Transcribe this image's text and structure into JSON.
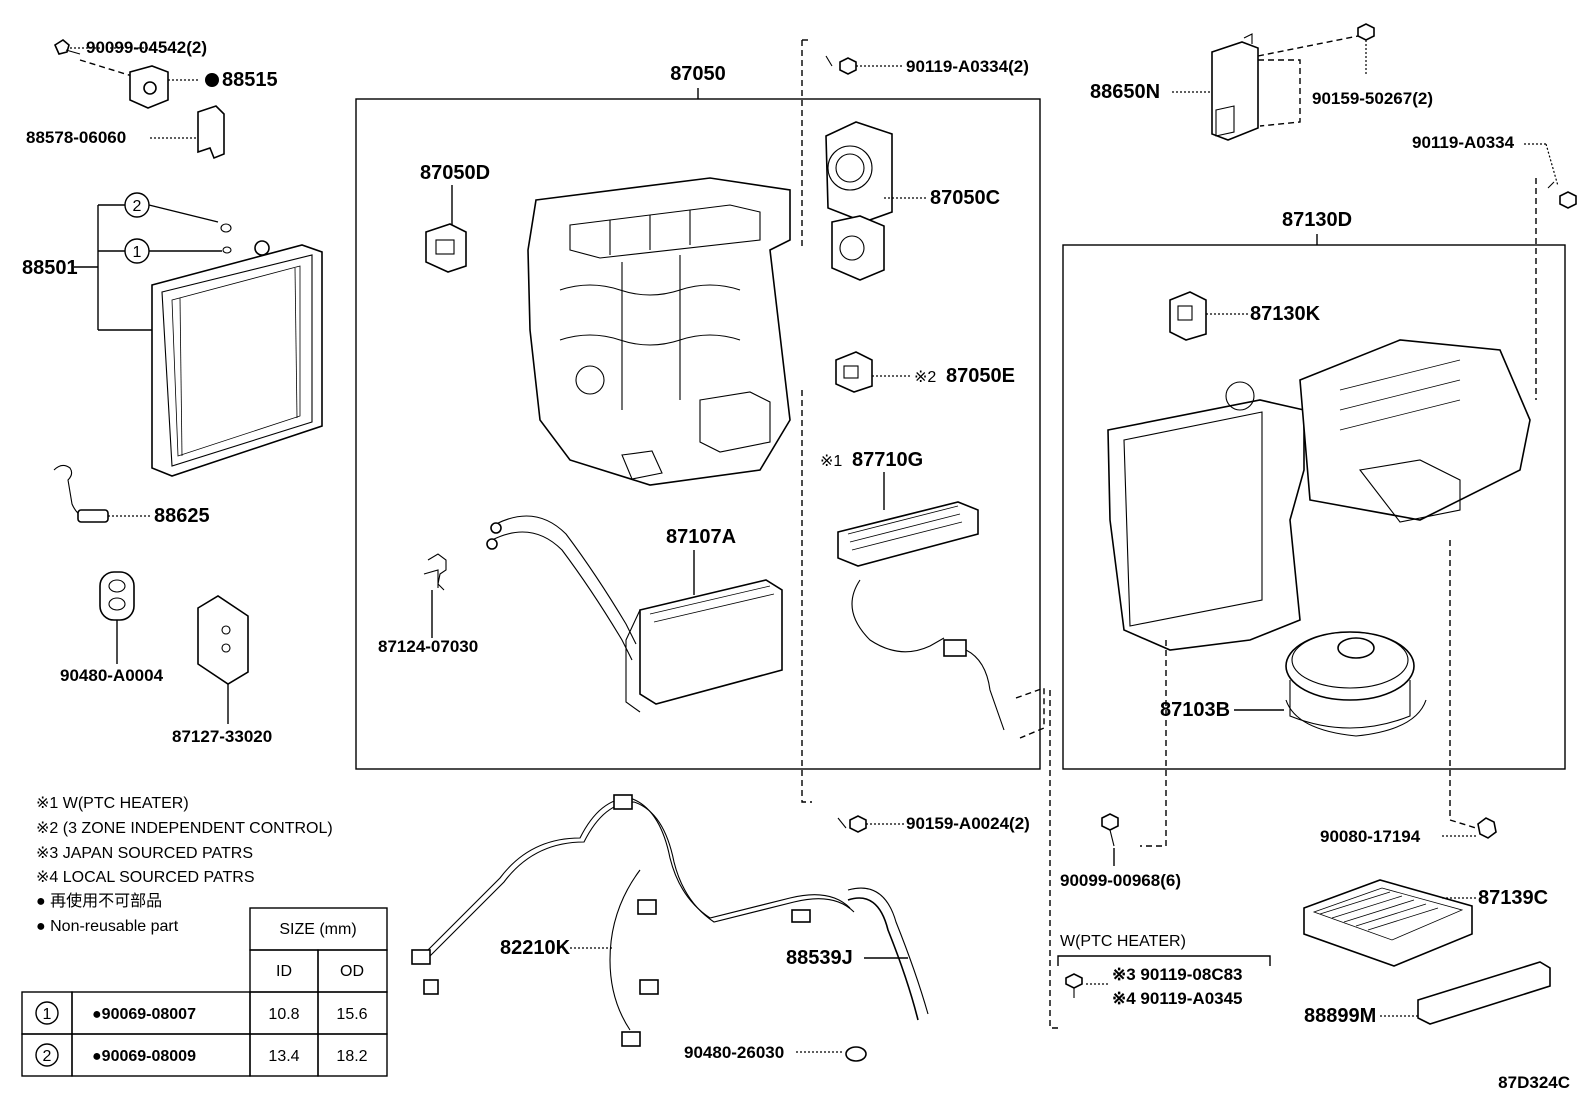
{
  "diagram_code": "87D324C",
  "boxes": {
    "main_assembly": "87050",
    "rear_assembly": "87130D",
    "ptc_heater_box": "W(PTC HEATER)"
  },
  "labels": {
    "p90099_04542": "90099-04542(2)",
    "p88515": "88515",
    "p88578_06060": "88578-06060",
    "p88501": "88501",
    "p88625": "88625",
    "p90480_A0004": "90480-A0004",
    "p87127_33020": "87127-33020",
    "p87050D": "87050D",
    "p87050C": "87050C",
    "p90119_A0334_2": "90119-A0334(2)",
    "p87050E_note": "※2",
    "p87050E": "87050E",
    "p87710G_note": "※1",
    "p87710G": "87710G",
    "p87107A": "87107A",
    "p87124_07030": "87124-07030",
    "p90159_A0024": "90159-A0024(2)",
    "p82210K": "82210K",
    "p88539J": "88539J",
    "p90480_26030": "90480-26030",
    "p88650N": "88650N",
    "p90159_50267": "90159-50267(2)",
    "p90119_A0334": "90119-A0334",
    "p87130K": "87130K",
    "p87103B": "87103B",
    "p90099_00968": "90099-00968(6)",
    "p90080_17194": "90080-17194",
    "p87139C": "87139C",
    "p88899M": "88899M",
    "p90119_08C83": "※3 90119-08C83",
    "p90119_A0345": "※4 90119-A0345",
    "callout_1": "1",
    "callout_2": "2"
  },
  "notes": [
    "※1 W(PTC HEATER)",
    "※2 (3 ZONE INDEPENDENT CONTROL)",
    "※3 JAPAN SOURCED PATRS",
    "※4 LOCAL SOURCED PATRS",
    "● 再使用不可部品",
    "● Non-reusable part"
  ],
  "size_table": {
    "header_size": "SIZE (mm)",
    "header_id": "ID",
    "header_od": "OD",
    "rows": [
      {
        "key": "1",
        "part": "●90069-08007",
        "id": "10.8",
        "od": "15.6"
      },
      {
        "key": "2",
        "part": "●90069-08009",
        "id": "13.4",
        "od": "18.2"
      }
    ]
  }
}
